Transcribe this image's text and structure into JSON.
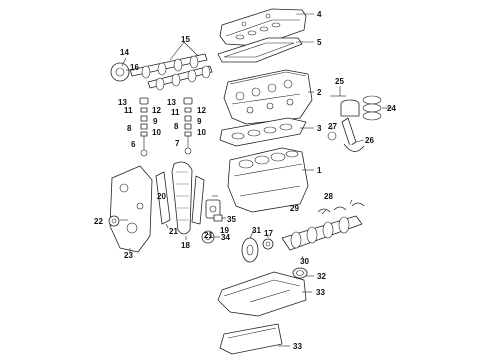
{
  "callouts": [
    {
      "id": "c1",
      "text": "1"
    },
    {
      "id": "c2",
      "text": "2"
    },
    {
      "id": "c3",
      "text": "3"
    },
    {
      "id": "c4",
      "text": "4"
    },
    {
      "id": "c5",
      "text": "5"
    },
    {
      "id": "c6",
      "text": "6"
    },
    {
      "id": "c7",
      "text": "7"
    },
    {
      "id": "c8a",
      "text": "8"
    },
    {
      "id": "c8b",
      "text": "8"
    },
    {
      "id": "c9a",
      "text": "9"
    },
    {
      "id": "c9b",
      "text": "9"
    },
    {
      "id": "c10a",
      "text": "10"
    },
    {
      "id": "c10b",
      "text": "10"
    },
    {
      "id": "c11a",
      "text": "11"
    },
    {
      "id": "c11b",
      "text": "11"
    },
    {
      "id": "c12a",
      "text": "12"
    },
    {
      "id": "c12b",
      "text": "12"
    },
    {
      "id": "c13a",
      "text": "13"
    },
    {
      "id": "c13b",
      "text": "13"
    },
    {
      "id": "c14",
      "text": "14"
    },
    {
      "id": "c15",
      "text": "15"
    },
    {
      "id": "c16",
      "text": "16"
    },
    {
      "id": "c17",
      "text": "17"
    },
    {
      "id": "c18",
      "text": "18"
    },
    {
      "id": "c19",
      "text": "19"
    },
    {
      "id": "c20",
      "text": "20"
    },
    {
      "id": "c21a",
      "text": "21"
    },
    {
      "id": "c21b",
      "text": "21"
    },
    {
      "id": "c22",
      "text": "22"
    },
    {
      "id": "c23",
      "text": "23"
    },
    {
      "id": "c24",
      "text": "24"
    },
    {
      "id": "c25",
      "text": "25"
    },
    {
      "id": "c26",
      "text": "26"
    },
    {
      "id": "c27",
      "text": "27"
    },
    {
      "id": "c28",
      "text": "28"
    },
    {
      "id": "c29",
      "text": "29"
    },
    {
      "id": "c30",
      "text": "30"
    },
    {
      "id": "c31",
      "text": "31"
    },
    {
      "id": "c32",
      "text": "32"
    },
    {
      "id": "c33a",
      "text": "33"
    },
    {
      "id": "c33b",
      "text": "33"
    },
    {
      "id": "c34",
      "text": "34"
    },
    {
      "id": "c35",
      "text": "35"
    }
  ]
}
